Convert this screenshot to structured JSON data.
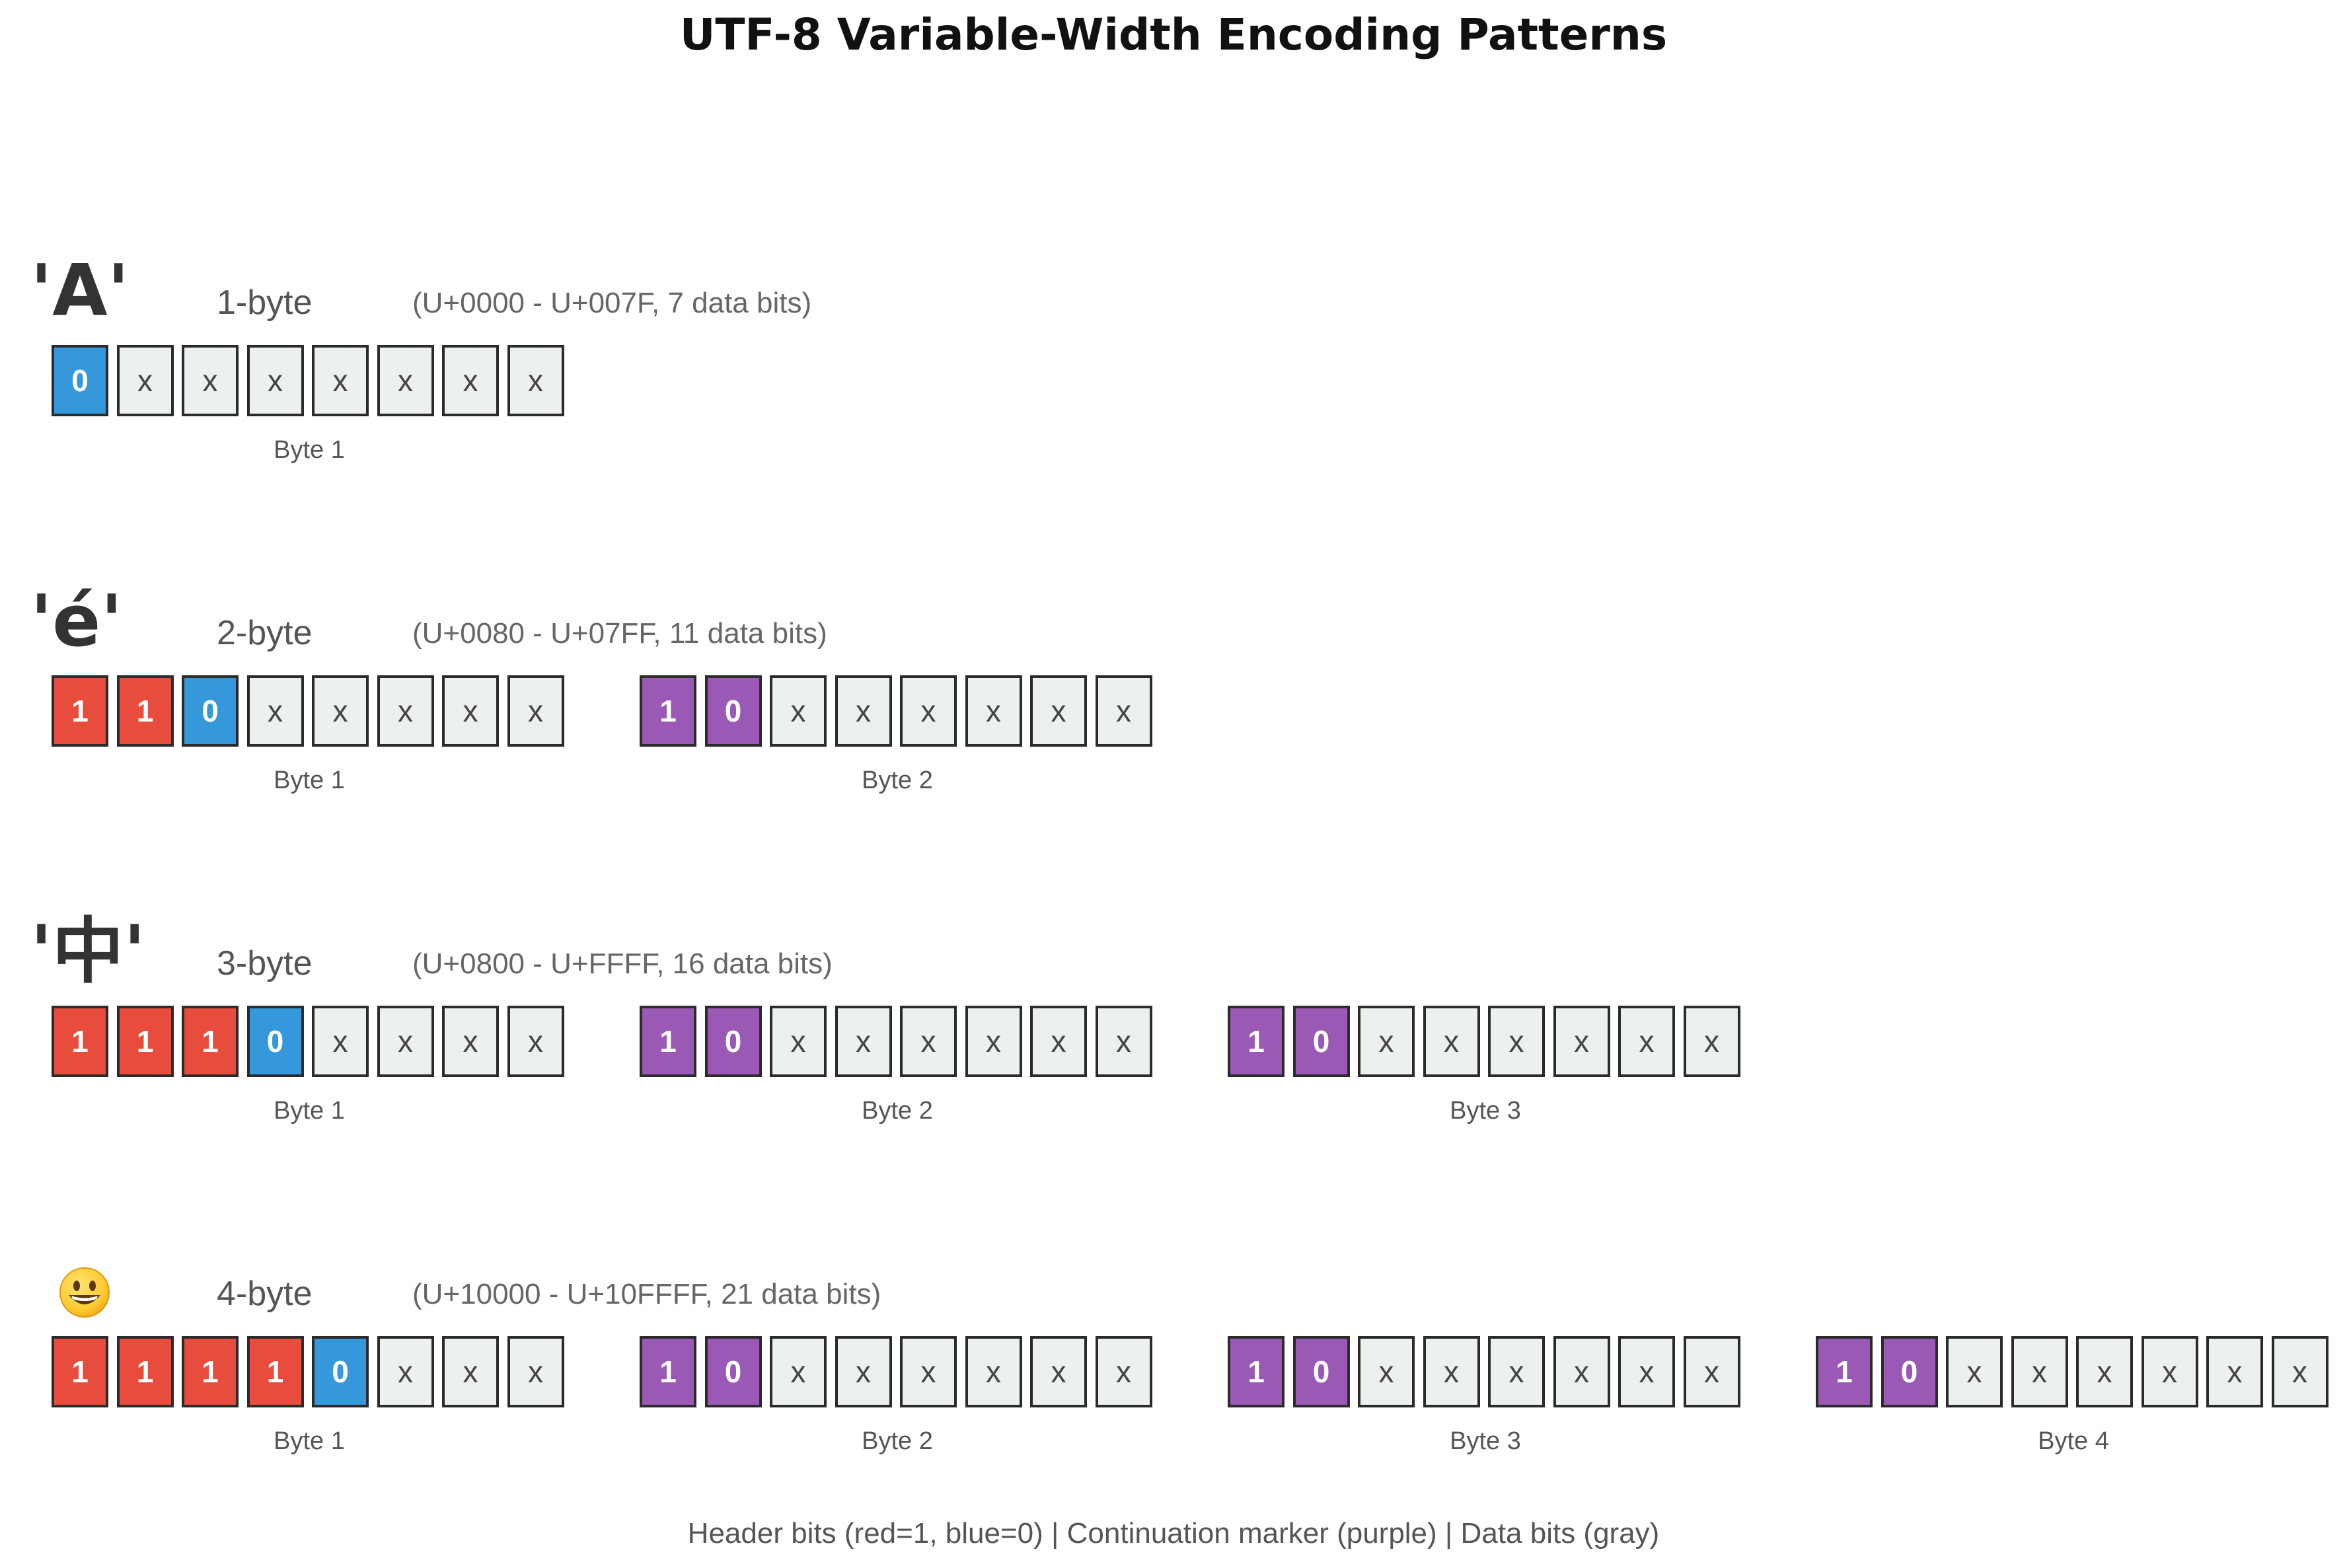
{
  "title": "UTF-8 Variable-Width Encoding Patterns",
  "rows": [
    {
      "glyph": "'A'",
      "glyph_kind": "text",
      "bytes_label": "1-byte",
      "range": "(U+0000 - U+007F, 7 data bits)",
      "bytes": [
        {
          "label": "Byte 1",
          "bits": [
            "0",
            "x",
            "x",
            "x",
            "x",
            "x",
            "x",
            "x"
          ],
          "kinds": [
            "zero",
            "data",
            "data",
            "data",
            "data",
            "data",
            "data",
            "data"
          ]
        }
      ]
    },
    {
      "glyph": "'é'",
      "glyph_kind": "text",
      "bytes_label": "2-byte",
      "range": "(U+0080 - U+07FF, 11 data bits)",
      "bytes": [
        {
          "label": "Byte 1",
          "bits": [
            "1",
            "1",
            "0",
            "x",
            "x",
            "x",
            "x",
            "x"
          ],
          "kinds": [
            "one",
            "one",
            "zero",
            "data",
            "data",
            "data",
            "data",
            "data"
          ]
        },
        {
          "label": "Byte 2",
          "bits": [
            "1",
            "0",
            "x",
            "x",
            "x",
            "x",
            "x",
            "x"
          ],
          "kinds": [
            "cont",
            "cont",
            "data",
            "data",
            "data",
            "data",
            "data",
            "data"
          ]
        }
      ]
    },
    {
      "glyph": "'中'",
      "glyph_kind": "text",
      "bytes_label": "3-byte",
      "range": "(U+0800 - U+FFFF, 16 data bits)",
      "bytes": [
        {
          "label": "Byte 1",
          "bits": [
            "1",
            "1",
            "1",
            "0",
            "x",
            "x",
            "x",
            "x"
          ],
          "kinds": [
            "one",
            "one",
            "one",
            "zero",
            "data",
            "data",
            "data",
            "data"
          ]
        },
        {
          "label": "Byte 2",
          "bits": [
            "1",
            "0",
            "x",
            "x",
            "x",
            "x",
            "x",
            "x"
          ],
          "kinds": [
            "cont",
            "cont",
            "data",
            "data",
            "data",
            "data",
            "data",
            "data"
          ]
        },
        {
          "label": "Byte 3",
          "bits": [
            "1",
            "0",
            "x",
            "x",
            "x",
            "x",
            "x",
            "x"
          ],
          "kinds": [
            "cont",
            "cont",
            "data",
            "data",
            "data",
            "data",
            "data",
            "data"
          ]
        }
      ]
    },
    {
      "glyph": "😀",
      "glyph_kind": "emoji",
      "bytes_label": "4-byte",
      "range": "(U+10000 - U+10FFFF, 21 data bits)",
      "bytes": [
        {
          "label": "Byte 1",
          "bits": [
            "1",
            "1",
            "1",
            "1",
            "0",
            "x",
            "x",
            "x"
          ],
          "kinds": [
            "one",
            "one",
            "one",
            "one",
            "zero",
            "data",
            "data",
            "data"
          ]
        },
        {
          "label": "Byte 2",
          "bits": [
            "1",
            "0",
            "x",
            "x",
            "x",
            "x",
            "x",
            "x"
          ],
          "kinds": [
            "cont",
            "cont",
            "data",
            "data",
            "data",
            "data",
            "data",
            "data"
          ]
        },
        {
          "label": "Byte 3",
          "bits": [
            "1",
            "0",
            "x",
            "x",
            "x",
            "x",
            "x",
            "x"
          ],
          "kinds": [
            "cont",
            "cont",
            "data",
            "data",
            "data",
            "data",
            "data",
            "data"
          ]
        },
        {
          "label": "Byte 4",
          "bits": [
            "1",
            "0",
            "x",
            "x",
            "x",
            "x",
            "x",
            "x"
          ],
          "kinds": [
            "cont",
            "cont",
            "data",
            "data",
            "data",
            "data",
            "data",
            "data"
          ]
        }
      ]
    }
  ],
  "legend": "Header bits (red=1, blue=0)  |  Continuation marker (purple)  |  Data bits (gray)",
  "colors": {
    "one": "#e74c3c",
    "zero": "#3498db",
    "cont": "#9b59b6",
    "data": "#ecf0f1"
  }
}
